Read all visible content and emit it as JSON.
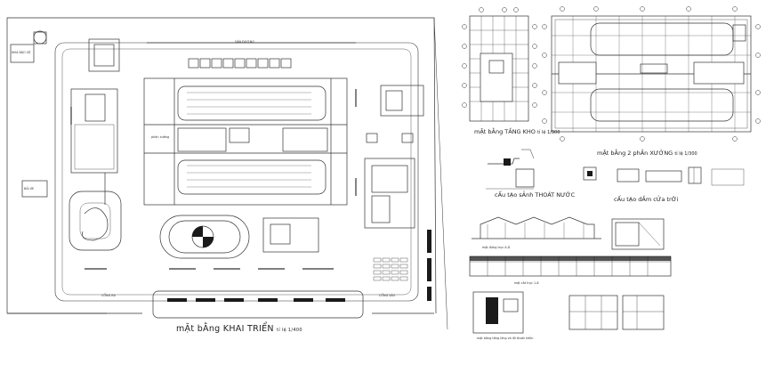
{
  "captions": {
    "main_plan": "mẶt bẰng KHAI TRIỂN",
    "main_plan_scale": "tỉ lệ 1/400",
    "warehouse_plan": "mẶt bẰng TẦNG KHO",
    "warehouse_scale": "tỉ lệ 1/300",
    "factory_plan": "mẶt bẰng 2 phẦn XƯỞNG",
    "factory_scale": "tỉ lệ 1/300",
    "drain_detail": "cẤu tẠo sẢnh THOÁT NƯỚC",
    "beam_detail": "cẤu tẠo dẦm cỬa trỜi",
    "elevation_a": "mặt đứng trục A-D",
    "elevation_b": "mặt cắt trục 1-8",
    "section_plan": "mặt bằng tầng lửng và lối thoát hiểm"
  },
  "labels": {
    "entrance_left": "CỔNG RA",
    "entrance_right": "CỔNG VÀO",
    "guard_house": "NHÀ BẢO VỆ",
    "parking": "BÃI XE",
    "courtyard": "SÂN ĐƯỜNG",
    "production": "phân xưởng"
  },
  "colors": {
    "line": "#333333",
    "fill_dark": "#1a1a1a",
    "background": "#ffffff"
  }
}
